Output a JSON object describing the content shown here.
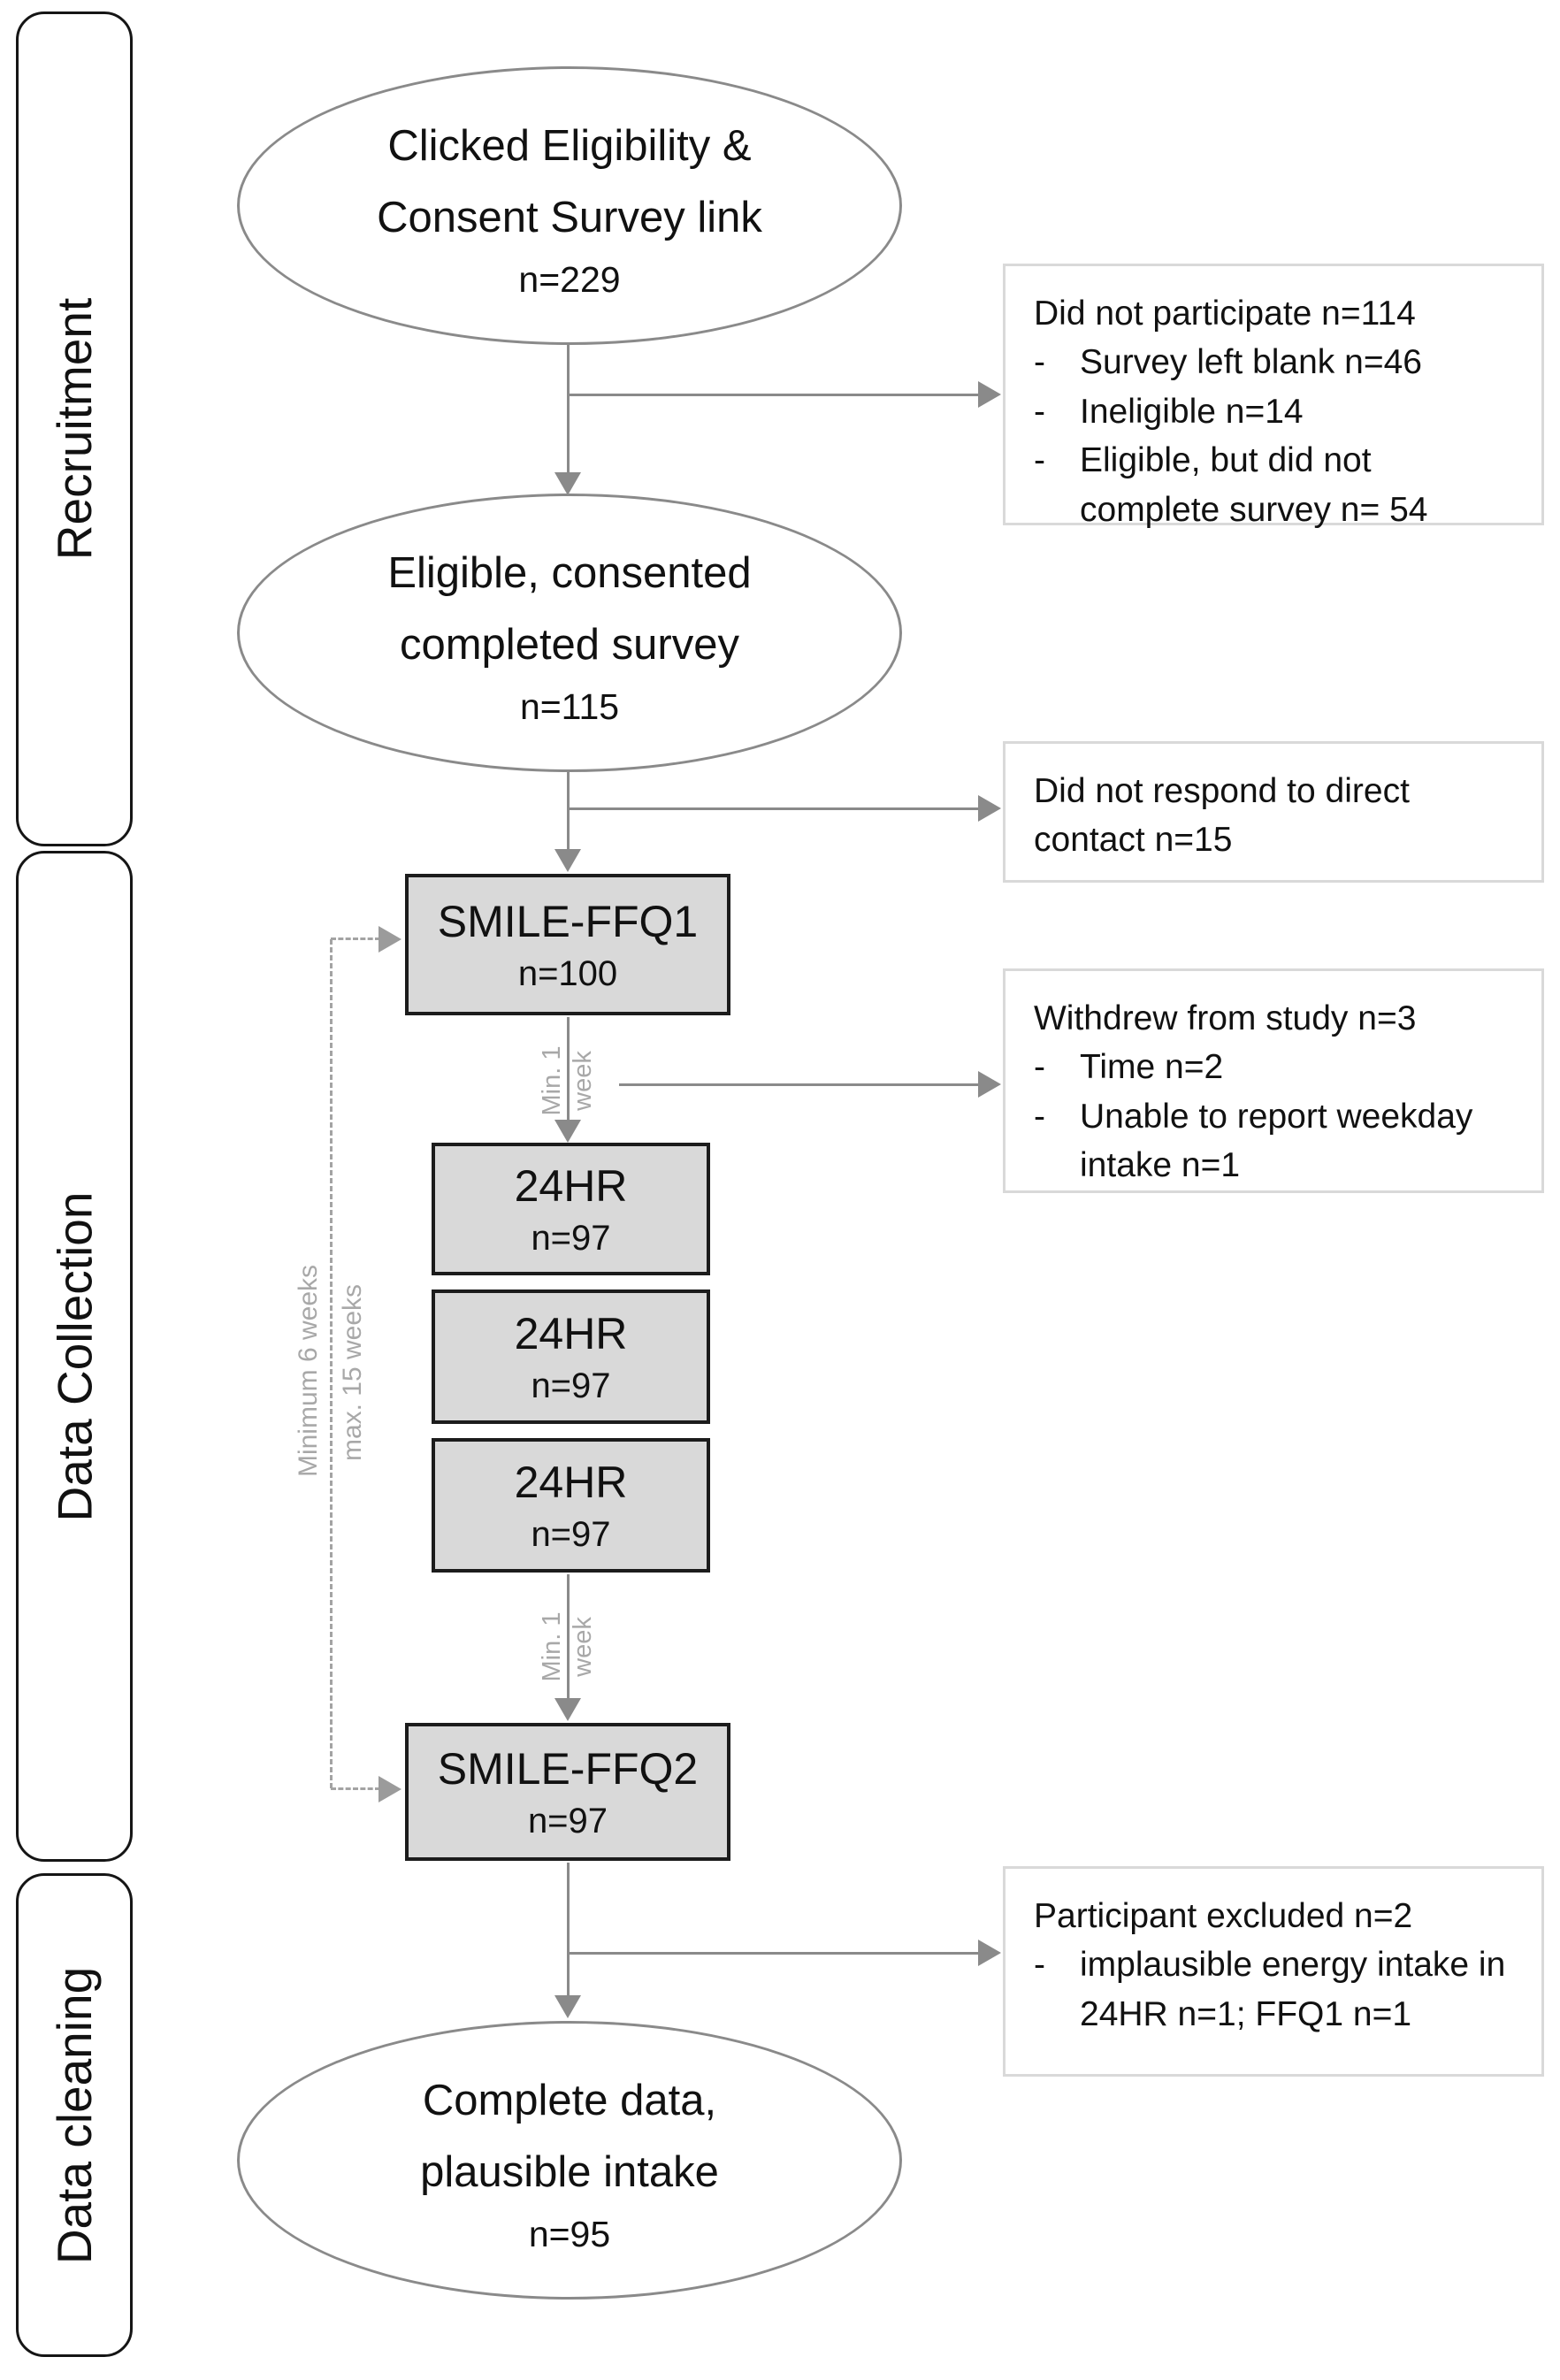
{
  "phases": {
    "recruitment": "Recruitment",
    "data_collection": "Data Collection",
    "data_cleaning": "Data cleaning"
  },
  "flow": {
    "clicked_survey": {
      "line1": "Clicked Eligibility &",
      "line2": "Consent Survey link",
      "n": "n=229"
    },
    "eligible_consented": {
      "line1": "Eligible, consented",
      "line2": "completed survey",
      "n": "n=115"
    },
    "ffq1": {
      "title": "SMILE-FFQ1",
      "n": "n=100"
    },
    "hr1": {
      "title": "24HR",
      "n": "n=97"
    },
    "hr2": {
      "title": "24HR",
      "n": "n=97"
    },
    "hr3": {
      "title": "24HR",
      "n": "n=97"
    },
    "ffq2": {
      "title": "SMILE-FFQ2",
      "n": "n=97"
    },
    "complete_data": {
      "line1": "Complete data,",
      "line2": "plausible intake",
      "n": "n=95"
    }
  },
  "side_notes": {
    "bullet_marker": "-",
    "not_participate": {
      "title": "Did not participate n=114",
      "items": [
        "Survey left blank n=46",
        "Ineligible n=14",
        "Eligible, but did not complete survey n= 54"
      ]
    },
    "no_response": {
      "text": "Did not respond to direct contact n=15"
    },
    "withdrew": {
      "title": "Withdrew from study n=3",
      "items": [
        "Time n=2",
        "Unable to report weekday intake n=1"
      ]
    },
    "excluded": {
      "title": "Participant excluded n=2",
      "items": [
        "implausible energy intake in 24HR n=1; FFQ1 n=1"
      ]
    }
  },
  "annotations": {
    "min_week_top": {
      "line1": "Min. 1",
      "line2": "week"
    },
    "min_week_bottom": {
      "line1": "Min. 1",
      "line2": "week"
    },
    "min_6_weeks": "Minimum 6 weeks",
    "max_15_weeks": "max. 15 weeks"
  },
  "colors": {
    "process_box_fill": "#d9d9d9",
    "process_box_border": "#1c1c1c",
    "note_box_border": "#d9d9d9",
    "ellipse_border": "#8a8a8a",
    "arrow": "#8a8a8a",
    "annotation_text": "#a8a8a8",
    "text": "#111111"
  }
}
